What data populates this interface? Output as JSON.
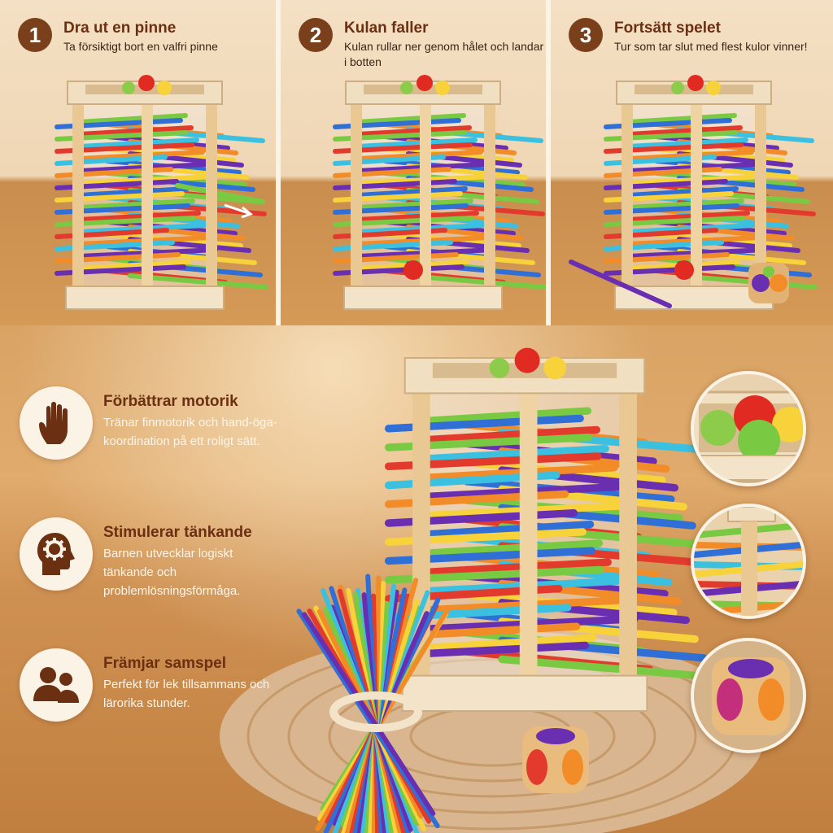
{
  "steps": [
    {
      "number": "1",
      "title": "Dra ut en pinne",
      "desc": "Ta försiktigt bort en valfri pinne"
    },
    {
      "number": "2",
      "title": "Kulan faller",
      "desc": "Kulan rullar ner genom hålet och landar i botten"
    },
    {
      "number": "3",
      "title": "Fortsätt spelet",
      "desc": "Tur som tar slut med flest kulor vinner!"
    }
  ],
  "features": [
    {
      "title": "Förbättrar motorik",
      "desc": "Tränar finmotorik och hand-öga-koordination på ett roligt sätt.",
      "icon": "hand-icon"
    },
    {
      "title": "Stimulerar tänkande",
      "desc": "Barnen utvecklar logiskt tänkande och problemlösningsförmåga.",
      "icon": "brain-gear-icon"
    },
    {
      "title": "Främjar samspel",
      "desc": "Perfekt för lek tillsammans och lärorika stunder.",
      "icon": "people-icon"
    }
  ],
  "colors": {
    "accent_brown": "#7a3f1b",
    "title_brown": "#6b2f12",
    "panel_bg": "#f4e0c4",
    "wood": "#e8cfa3",
    "stick_colors": [
      "#7ac943",
      "#f7d23a",
      "#f28c28",
      "#e23b2e",
      "#2f6fd6",
      "#6a2fb0",
      "#3cc0e0"
    ]
  }
}
